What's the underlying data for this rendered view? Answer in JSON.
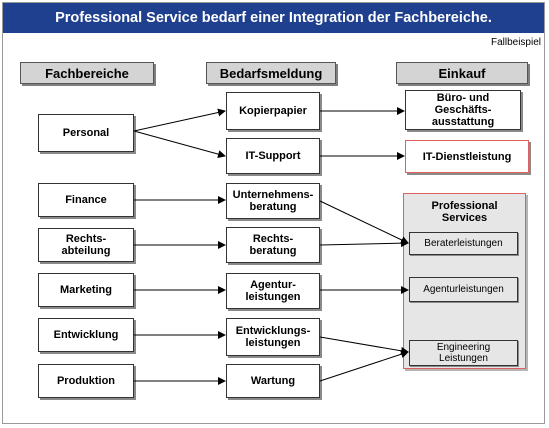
{
  "title": "Professional Service bedarf einer Integration der Fachbereiche.",
  "subtitle": "Fallbeispiel",
  "columns": [
    "Fachbereiche",
    "Bedarfsmeldung",
    "Einkauf"
  ],
  "departments": [
    "Personal",
    "Finance",
    "Rechts-\nabteilung",
    "Marketing",
    "Entwicklung",
    "Produktion"
  ],
  "requests": [
    "Kopierpapier",
    "IT-Support",
    "Unternehmens-\nberatung",
    "Rechts-\nberatung",
    "Agentur-\nleistungen",
    "Entwicklungs-\nleistungen",
    "Wartung"
  ],
  "purchasing": {
    "office": "Büro- und\nGeschäfts-\nausstattung",
    "it": "IT-Dienstleistung",
    "ps_title": "Professional\nServices",
    "ps_items": [
      "Beraterleistungen",
      "Agenturleistungen",
      "Engineering\nLeistungen"
    ]
  },
  "colors": {
    "title_bar": "#1f3f8f",
    "highlight_border": "#e06060",
    "header_fill": "#d4d4d4"
  }
}
